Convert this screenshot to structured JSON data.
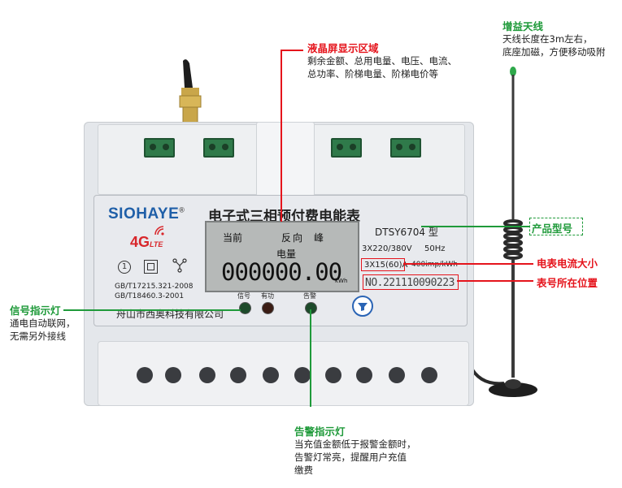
{
  "annotations": {
    "lcd_title": "液晶屏显示区域",
    "lcd_desc_1": "剩余金额、总用电量、电压、电流、",
    "lcd_desc_2": "总功率、阶梯电量、阶梯电价等",
    "antenna_title": "增益天线",
    "antenna_desc_1": "天线长度在3m左右，",
    "antenna_desc_2": "底座加磁，方便移动吸附",
    "model_label": "产品型号",
    "current_label": "电表电流大小",
    "serial_label": "表号所在位置",
    "signal_title": "信号指示灯",
    "signal_desc_1": "通电自动联网，",
    "signal_desc_2": "无需另外接线",
    "alarm_title": "告警指示灯",
    "alarm_desc_1": "当充值金额低于报警金额时，",
    "alarm_desc_2": "告警灯常亮，提醒用户充值",
    "alarm_desc_3": "缴费"
  },
  "meter": {
    "brand": "SIOHAYE",
    "brand_mark": "®",
    "title": "电子式三相预付费电能表",
    "network_main": "4G",
    "network_sub": "LTE",
    "standard_1": "GB/T17215.321-2008",
    "standard_2": "GB/T18460.3-2001",
    "company": "舟山市西奥科技有限公司",
    "model": "DTSY6704 型",
    "voltage": "3X220/380V",
    "frequency": "50Hz",
    "current": "3X15(60)A",
    "constant": "400imp/kWh",
    "serial": "NO.221110090223",
    "led_signal": "信号",
    "led_active": "有功",
    "led_alarm": "告警",
    "icon_one": "1"
  },
  "lcd": {
    "label_current": "当前",
    "label_reverse": "反向",
    "label_peak": "峰",
    "label_energy": "电量",
    "reading": "000000.00",
    "unit": "kWh"
  },
  "colors": {
    "annotation_red": "#e5141c",
    "annotation_green": "#1f9a3a",
    "brand_blue": "#1f5fa8",
    "network_red": "#d8262a"
  }
}
